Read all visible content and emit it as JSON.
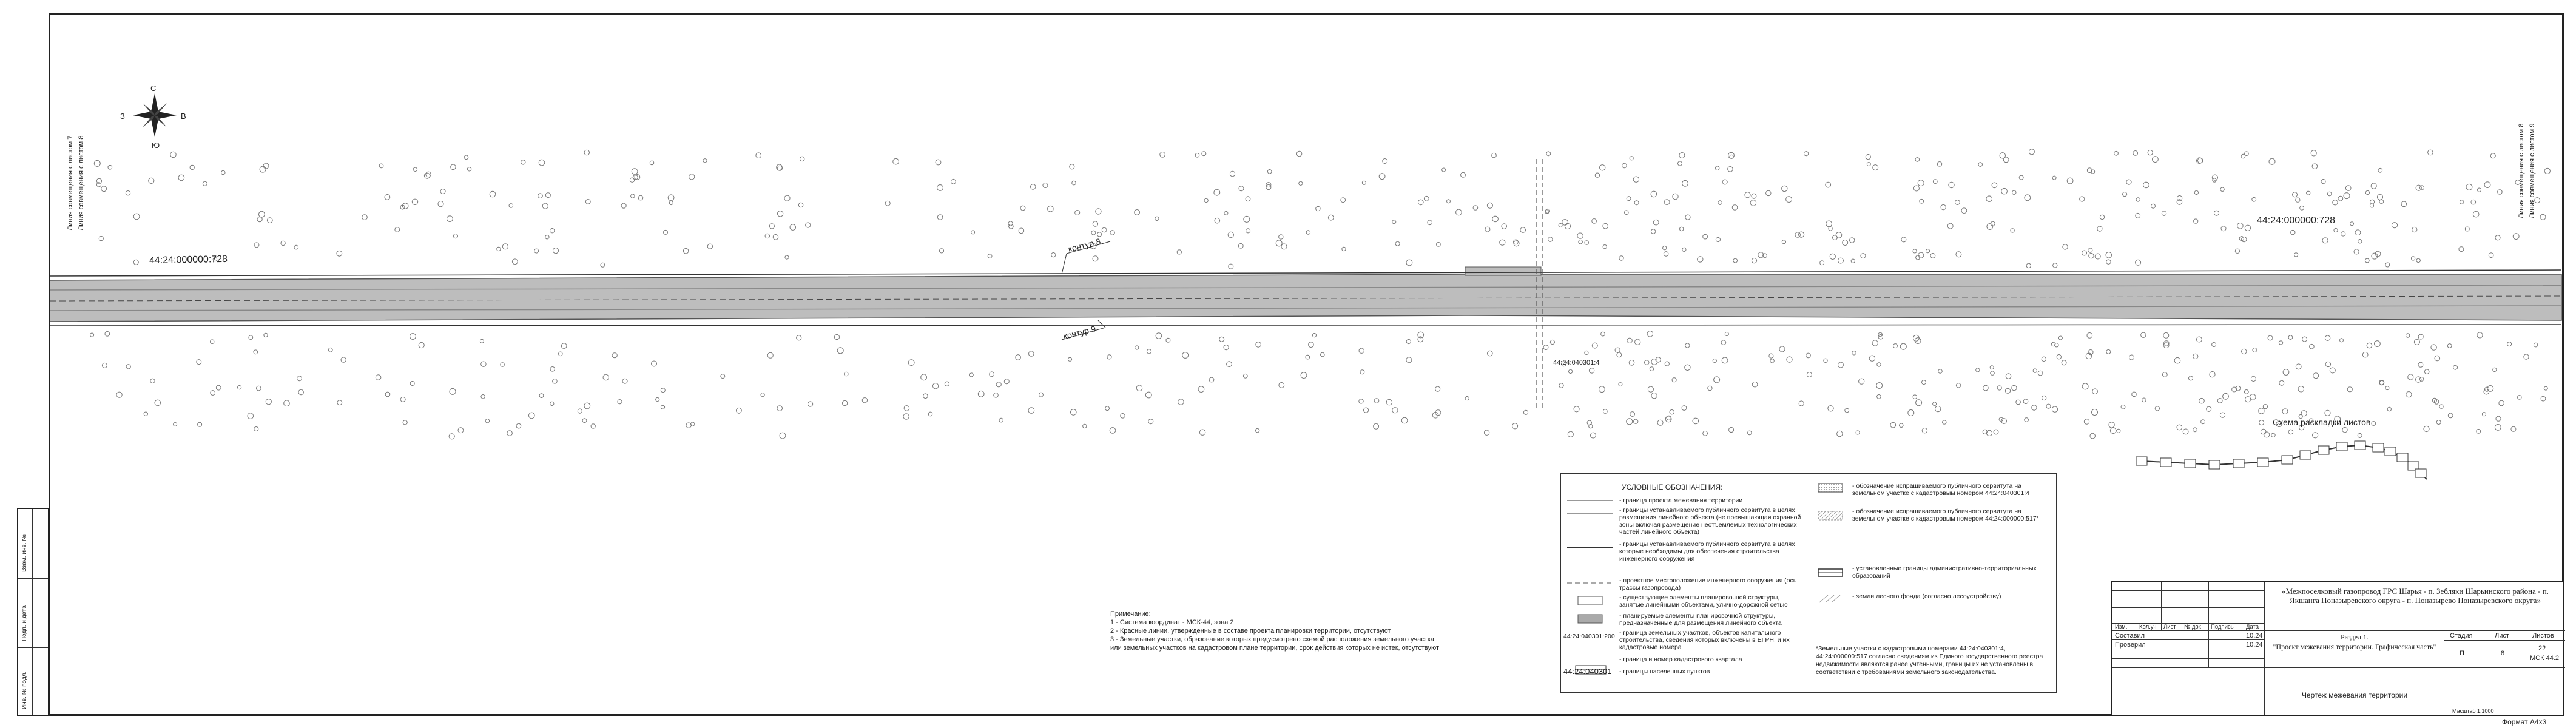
{
  "map": {
    "cadastral_block_left": "44:24:000000:728",
    "cadastral_block_right": "44:24:000000:728",
    "contour_top": "контур 8",
    "contour_bottom": "контур 9",
    "compass": {
      "n": "С",
      "s": "Ю",
      "w": "З",
      "e": "В"
    },
    "match_line_left_1": "Линия совмещения с листом 7",
    "match_line_left_2": "Линия совмещения с листом 8",
    "match_line_right_1": "Линия совмещения с листом 8",
    "match_line_right_2": "Линия совмещения с листом 9",
    "parcel_label": "44:24:040301:4"
  },
  "legend": {
    "title": "УСЛОВНЫЕ ОБОЗНАЧЕНИЯ:",
    "items_left": [
      "- граница проекта межевания территории",
      "- границы устанавливаемого публичного сервитута в целях размещения линейного объекта (не превышающая охранной зоны включая размещение неотъемлемых технологических частей линейного объекта)",
      "- границы устанавливаемого публичного сервитута в целях которые необходимы для обеспечения строительства инженерного сооружения",
      "- проектное местоположение инженерного сооружения (ось трассы газопровода)",
      "- существующие элементы планировочной структуры, занятые линейными объектами, улично-дорожной сетью",
      "- планируемые элементы планировочной структуры, предназначенные для размещения линейного объекта",
      "- граница земельных участков, объектов капитального строительства, сведения которых включены в ЕГРН, и их кадастровые номера",
      "- граница и номер кадастрового квартала",
      "- границы населенных пунктов"
    ],
    "code_1": "44:24:040301:200",
    "code_2": "44:24:040301",
    "items_right": [
      "- обозначение испрашиваемого публичного сервитута на земельном участке с кадастровым номером 44:24:040301:4",
      "- обозначение испрашиваемого публичного сервитута на земельном участке с кадастровым номером 44:24:000000:517*",
      "- установленные границы административно-территориальных образований",
      "- земли лесного фонда (согласно лесоустройству)"
    ],
    "footnote": "*Земельные участки с кадастровыми номерами 44:24:040301:4, 44:24:000000:517 согласно сведениям из Единого государственного реестра недвижимости являются ранее учтенными, границы их не установлены в соответствии с требованиями земельного законодательства."
  },
  "notes": {
    "title": "Примечание:",
    "lines": [
      "1 - Система координат - МСК-44, зона 2",
      "2 - Красные линии, утвержденные в составе проекта планировки территории, отсутствуют",
      "3 - Земельные участки, образование которых предусмотрено схемой расположения земельного участка",
      "или земельных участков на кадастровом плане территории, срок действия которых не истек, отсутствуют"
    ]
  },
  "scheme": {
    "title": "Схема раскладки листов"
  },
  "stamp": {
    "headers": [
      "Изм.",
      "Кол.уч",
      "Лист",
      "№ док",
      "Подпись",
      "Дата"
    ],
    "composed": "Составил",
    "checked": "Проверил",
    "date1": "10.24",
    "date2": "10.24",
    "project_title": "«Межпоселковый газопровод ГРС Шарья - п. Зебляки Шарьинского района - п. Якшанга Поназыревского округа - п. Поназырево Поназыревского округа»",
    "section": "Раздел 1.",
    "section_desc": "\"Проект межевания территории. Графическая часть\"",
    "stage_h": "Стадия",
    "sheet_h": "Лист",
    "sheets_h": "Листов",
    "stage": "П",
    "sheet": "8",
    "sheets": "22",
    "zone": "МСК 44.2",
    "drawing_title": "Чертеж межевания территории",
    "scale": "Масштаб 1:1000",
    "format": "Формат А4х3"
  },
  "left_box": {
    "labels": [
      "Инв. № подл.",
      "Подп. и дата",
      "Взам. инв. №"
    ]
  }
}
